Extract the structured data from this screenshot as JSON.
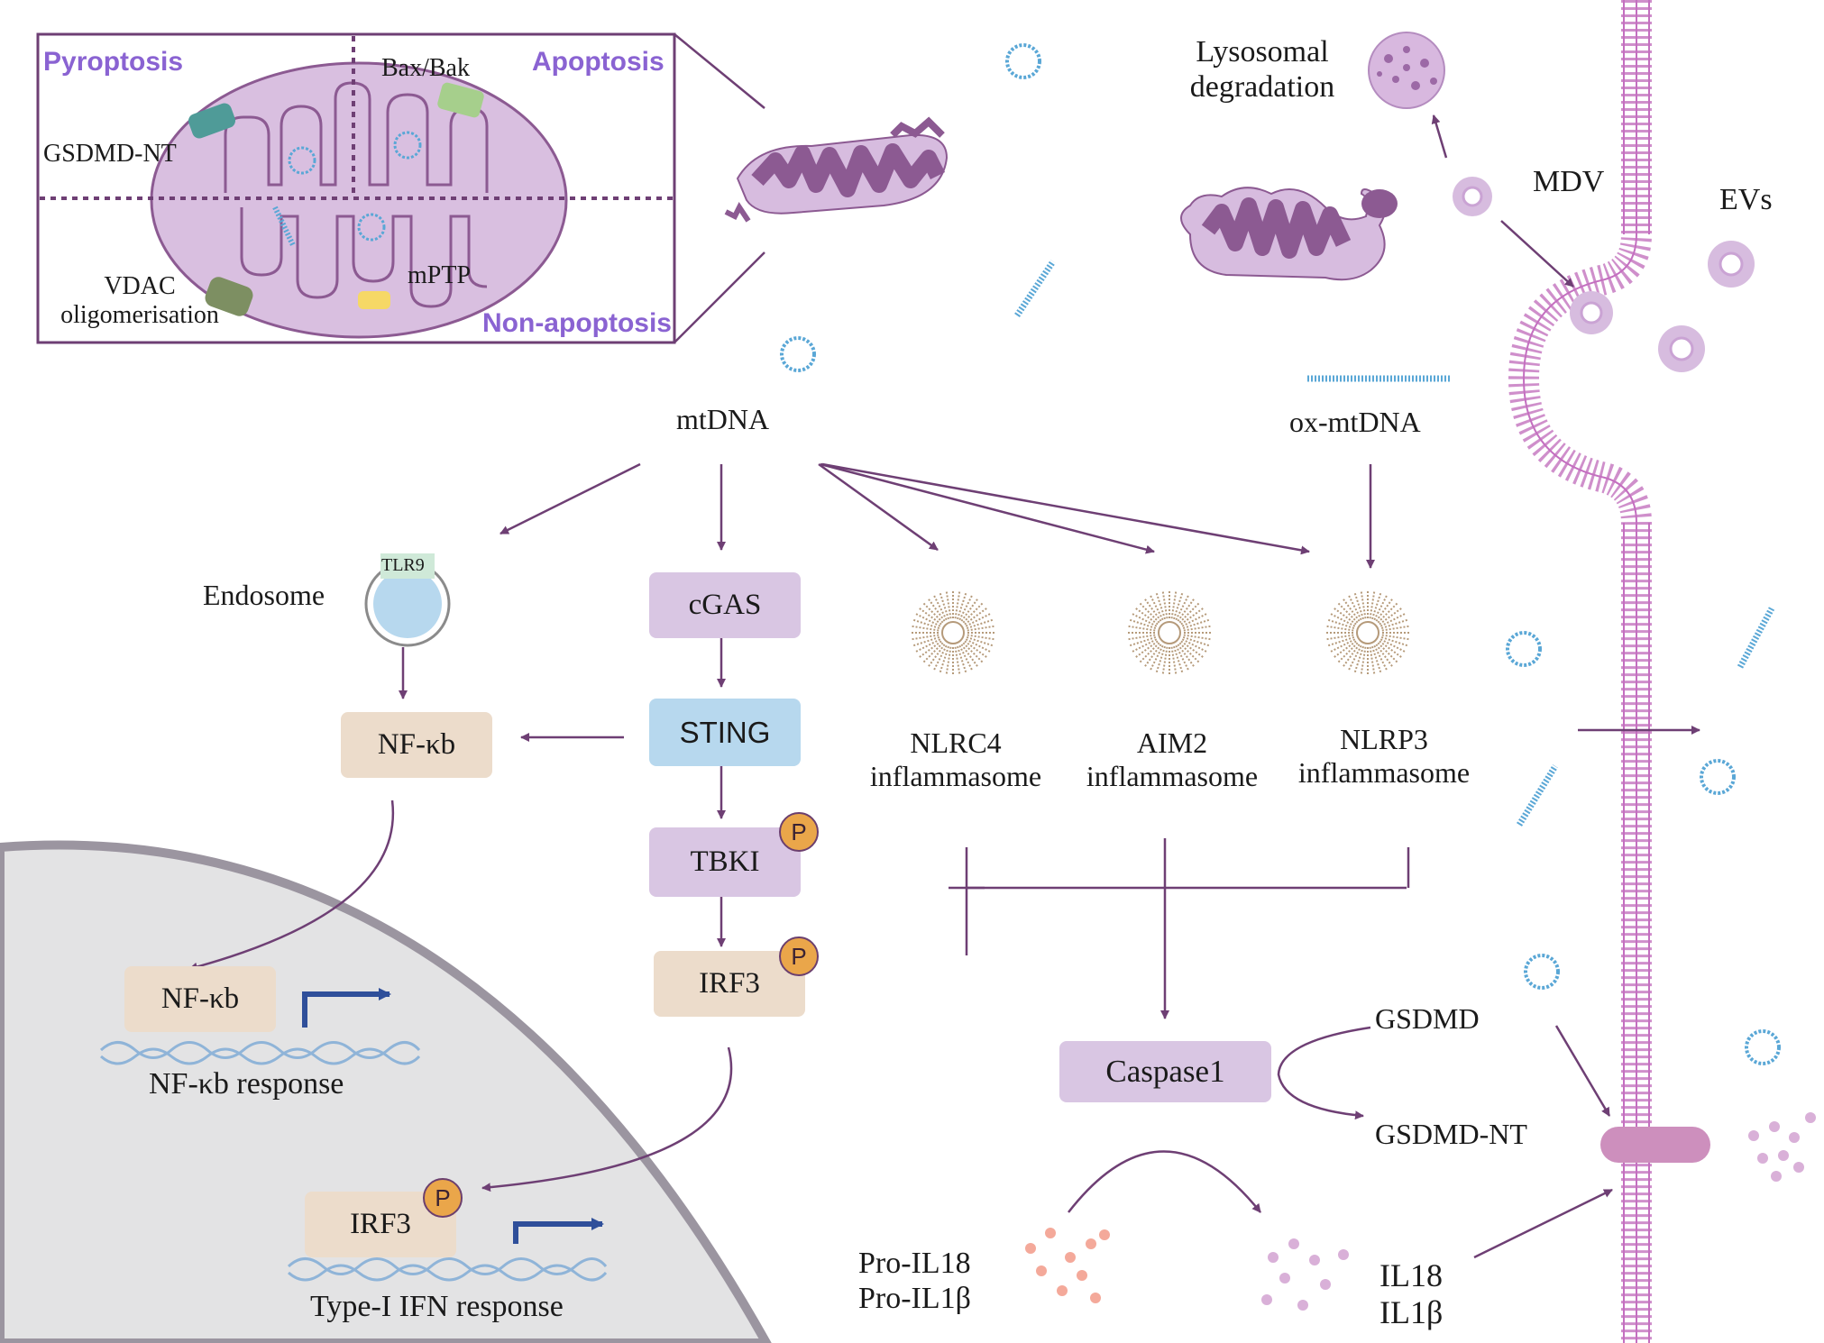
{
  "inset": {
    "pyroptosis": "Pyroptosis",
    "apoptosis": "Apoptosis",
    "non_apoptosis": "Non-apoptosis",
    "bax_bak": "Bax/Bak",
    "gsdmd_nt": "GSDMD-NT",
    "vdac_line1": "VDAC",
    "vdac_line2": "oligomerisation",
    "mptp": "mPTP"
  },
  "top_right": {
    "lysosomal_line1": "Lysosomal",
    "lysosomal_line2": "degradation",
    "mdv": "MDV",
    "evs": "EVs",
    "ox_mtdna": "ox-mtDNA"
  },
  "pathway": {
    "mtdna": "mtDNA",
    "endosome": "Endosome",
    "tlr9": "TLR9",
    "cgas": "cGAS",
    "sting": "STING",
    "tbki": "TBKI",
    "irf3": "IRF3",
    "nfkb": "NF-κb",
    "p_badge": "P"
  },
  "inflammasomes": {
    "nlrc4_line1": "NLRC4",
    "nlrc4_line2": "inflammasome",
    "aim2_line1": "AIM2",
    "aim2_line2": "inflammasome",
    "nlrp3_line1": "NLRP3",
    "nlrp3_line2": "inflammasome"
  },
  "nucleus": {
    "nfkb": "NF-κb",
    "nfkb_response": "NF-κb response",
    "irf3": "IRF3",
    "ifn_response": "Type-I IFN response"
  },
  "caspase": {
    "caspase1": "Caspase1",
    "gsdmd": "GSDMD",
    "gsdmd_nt": "GSDMD-NT",
    "pro_il18": "Pro-IL18",
    "pro_il1b": "Pro-IL1β",
    "il18": "IL18",
    "il1b": "IL1β"
  },
  "colors": {
    "arrow": "#6e3f74",
    "mito": "#8c5a92",
    "mito_light": "#d7bcdf",
    "membrane": "#d39bcf",
    "accent_header": "#8a63d2",
    "nucleus": "#e3e3e4",
    "dna": "#5aa7d6"
  }
}
